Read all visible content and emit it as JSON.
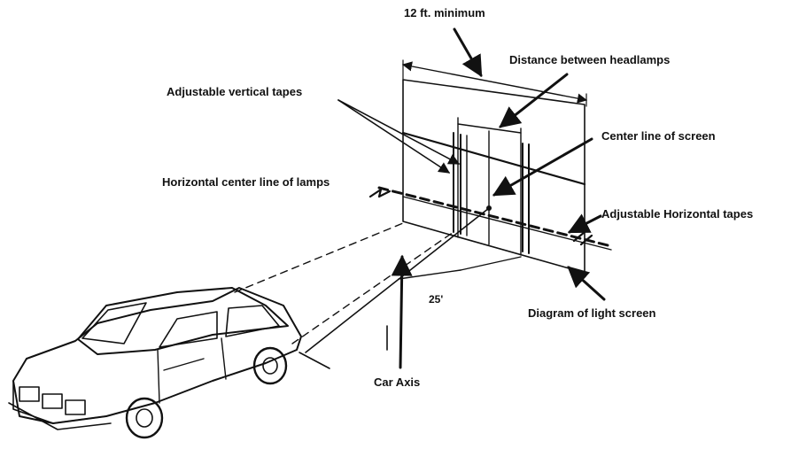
{
  "labels": {
    "min_width": "12 ft. minimum",
    "headlamp_distance": "Distance between headlamps",
    "vertical_tapes": "Adjustable vertical tapes",
    "center_line_screen": "Center line of screen",
    "horizontal_center_lamps": "Horizontal center line of lamps",
    "horizontal_tapes": "Adjustable Horizontal tapes",
    "distance_25": "25'",
    "screen_diagram": "Diagram of light screen",
    "car_axis": "Car Axis"
  },
  "colors": {
    "ink": "#111111",
    "background": "#ffffff"
  }
}
